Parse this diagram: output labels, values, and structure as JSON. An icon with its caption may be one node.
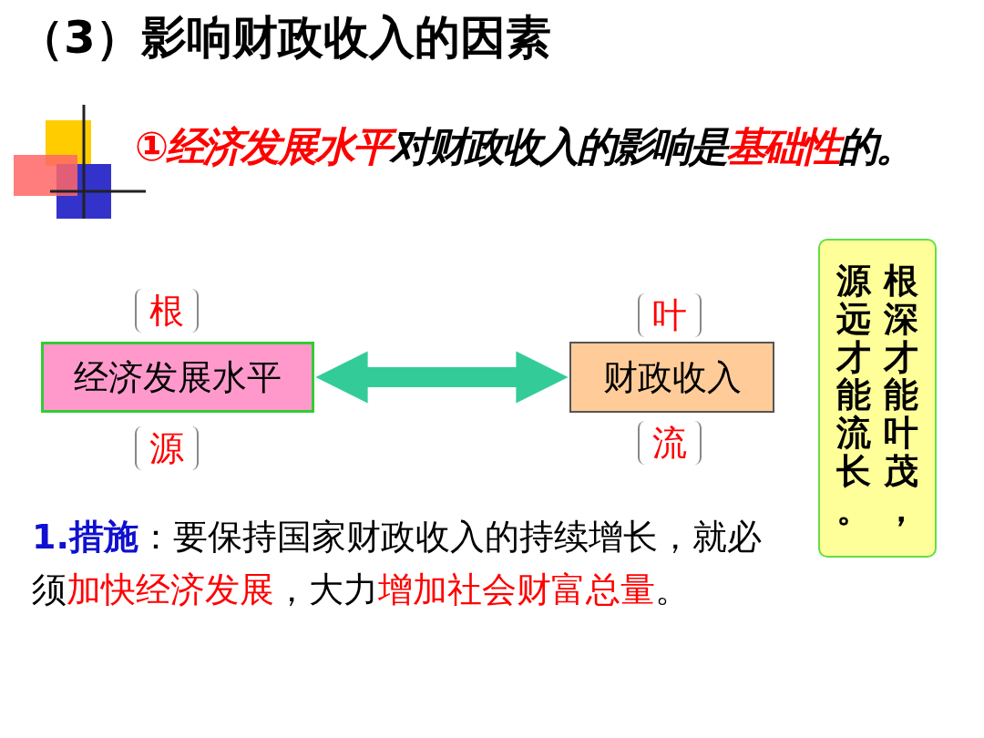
{
  "diagram": {
    "title": "（3）影响财政收入的因素",
    "nodes": [
      {
        "text": [
          "经济发展水平"
        ],
        "beside": [
          "根",
          "源"
        ]
      },
      {
        "text": [
          "财政收入"
        ],
        "beside": [
          "叶",
          "流"
        ]
      },
      {
        "text": [
          "源远才能流长。",
          "根深才能叶茂，"
        ]
      }
    ],
    "edges": [
      {
        "from": 0,
        "to": 1,
        "arrow": "both",
        "color": "#33cc99"
      }
    ],
    "labels": [
      "**①经济发展水平**对财政收入的影响是**基础性**的。",
      "**1.措施**：要保持国家财政收入的持续增长，就必须**加快经济发展**，大力**增加社会财富总量**。"
    ]
  }
}
